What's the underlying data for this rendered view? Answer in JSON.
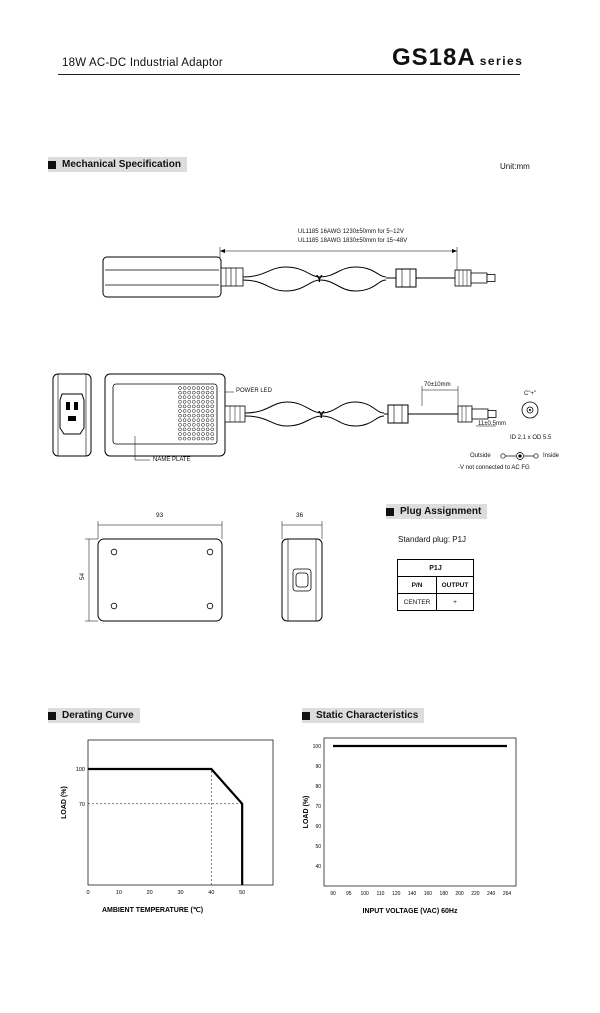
{
  "header": {
    "subtitle": "18W AC-DC Industrial Adaptor",
    "model": "GS18A",
    "series": "series"
  },
  "mechanical": {
    "heading": "Mechanical Specification",
    "unit": "Unit:mm",
    "cable_line1": "UL1185 16AWG 1230±50mm for 5~12V",
    "cable_line2": "UL1185 18AWG 1830±50mm for 15~48V",
    "power_led": "POWER LED",
    "name_plate": "NAME PLATE",
    "dim_70": "70±10mm",
    "dim_11": "11±0.5mm",
    "plug_symbol": "C\"+\"",
    "plug_id": "ID 2.1 x OD 5.5",
    "outside": "Outside",
    "inside": "Inside",
    "fg_note": "-V not connected to AC FG",
    "width": "93",
    "height": "54",
    "depth": "36"
  },
  "plug": {
    "heading": "Plug Assignment",
    "standard": "Standard plug: P1J",
    "table_title": "P1J",
    "col_pin": "P/N",
    "col_output": "OUTPUT",
    "row_pin": "CENTER",
    "row_output": "+"
  },
  "derating": {
    "heading": "Derating Curve"
  },
  "static": {
    "heading": "Static Characteristics"
  },
  "chart_data": [
    {
      "type": "line",
      "title": "Derating Curve",
      "xlabel": "AMBIENT TEMPERATURE (℃)",
      "ylabel": "LOAD (%)",
      "xticks": [
        0,
        10,
        20,
        30,
        40,
        50
      ],
      "yticks": [
        70,
        100
      ],
      "xlim": [
        0,
        60
      ],
      "ylim": [
        0,
        125
      ],
      "series": [
        {
          "x": [
            0,
            40,
            50,
            50
          ],
          "y": [
            100,
            100,
            70,
            0
          ]
        }
      ],
      "reference_lines": [
        {
          "x": [
            0,
            50
          ],
          "y": [
            70,
            70
          ]
        },
        {
          "x": [
            40,
            40
          ],
          "y": [
            0,
            100
          ]
        }
      ]
    },
    {
      "type": "line",
      "title": "Static Characteristics",
      "xlabel": "INPUT VOLTAGE (VAC) 60Hz",
      "ylabel": "LOAD (%)",
      "xticks": [
        90,
        95,
        100,
        110,
        120,
        140,
        160,
        180,
        200,
        220,
        240,
        264
      ],
      "yticks": [
        40,
        50,
        60,
        70,
        80,
        90,
        100
      ],
      "ylim": [
        30,
        104
      ],
      "series": [
        {
          "x": [
            90,
            264
          ],
          "y": [
            100,
            100
          ]
        }
      ]
    }
  ]
}
